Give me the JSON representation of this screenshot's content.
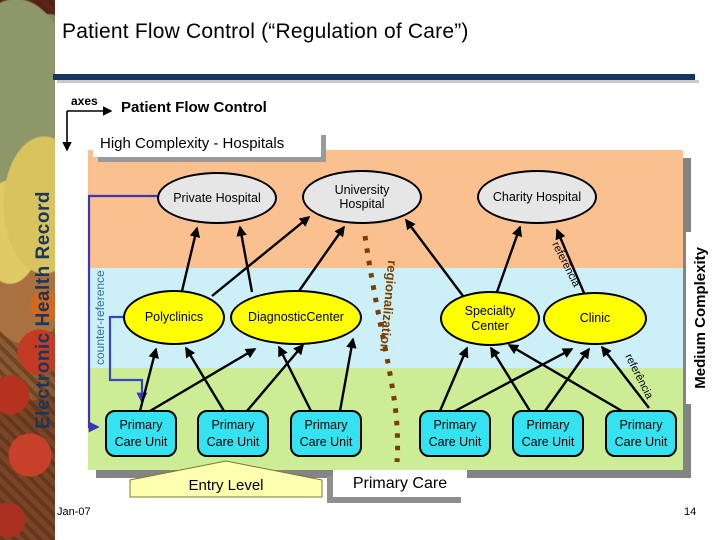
{
  "header": {
    "title": "Patient Flow Control (“Regulation of Care”)",
    "subtitle": "Patient Flow Control",
    "axes_label": "axes"
  },
  "axes": {
    "x_axis": "Patient Flow Control",
    "y_axis": "Electronic Health Record"
  },
  "bands": {
    "high_label": "High Complexity - Hospitals",
    "medium_label": "Medium Complexity",
    "high_color": "#FAC090",
    "medium_color": "#CDF0F8",
    "entry_color": "#CDEC96"
  },
  "nodes": {
    "hospitals": [
      "Private Hospital",
      "University Hospital",
      "Charity Hospital"
    ],
    "mid_level": [
      "Polyclinics",
      "DiagnosticCenter",
      "Specialty Center",
      "Clinic"
    ],
    "primary_care_units": [
      "Primary Care Unit",
      "Primary Care Unit",
      "Primary Care Unit",
      "Primary Care Unit",
      "Primary Care Unit",
      "Primary Care Unit"
    ],
    "hospital_fill": "#E6E6E6",
    "mid_level_fill": "#FFFF00",
    "primary_care_fill": "#35E2EF"
  },
  "edge_labels": {
    "counter_reference": "counter-reference",
    "regionalization": "regionalization",
    "referencia_upper": "referência",
    "referencia_lower": "referência"
  },
  "callouts": {
    "entry_level": "Entry Level",
    "primary_care": "Primary Care"
  },
  "footer": {
    "date": "Jan-07",
    "page": "14"
  }
}
